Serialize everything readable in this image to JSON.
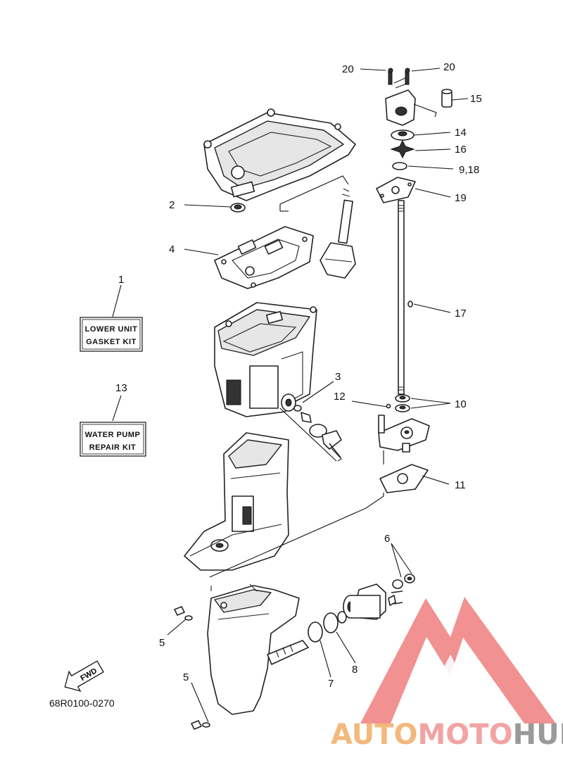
{
  "labels": {
    "l20a": "20",
    "l20b": "20",
    "l15": "15",
    "l14": "14",
    "l16": "16",
    "l918": "9,18",
    "l19": "19",
    "l2": "2",
    "l4": "4",
    "l1": "1",
    "l17": "17",
    "l3": "3",
    "l13": "13",
    "l12": "12",
    "l10": "10",
    "l11": "11",
    "l6": "6",
    "l5a": "5",
    "l8": "8",
    "l7": "7",
    "l5b": "5"
  },
  "kits": {
    "gasket_line1": "LOWER UNIT",
    "gasket_line2": "GASKET KIT",
    "pump_line1": "WATER PUMP",
    "pump_line2": "REPAIR KIT"
  },
  "fwd_label": "FWD",
  "diagram_code": "68R0100-0270",
  "watermark": {
    "part1": "AUTO",
    "part2": "MOTO",
    "part3": "HUB",
    "color_auto": "#f3b87c",
    "color_moto": "#f2a3a3",
    "color_hub": "#9a9a9a",
    "logo_color": "#f07e7e"
  }
}
